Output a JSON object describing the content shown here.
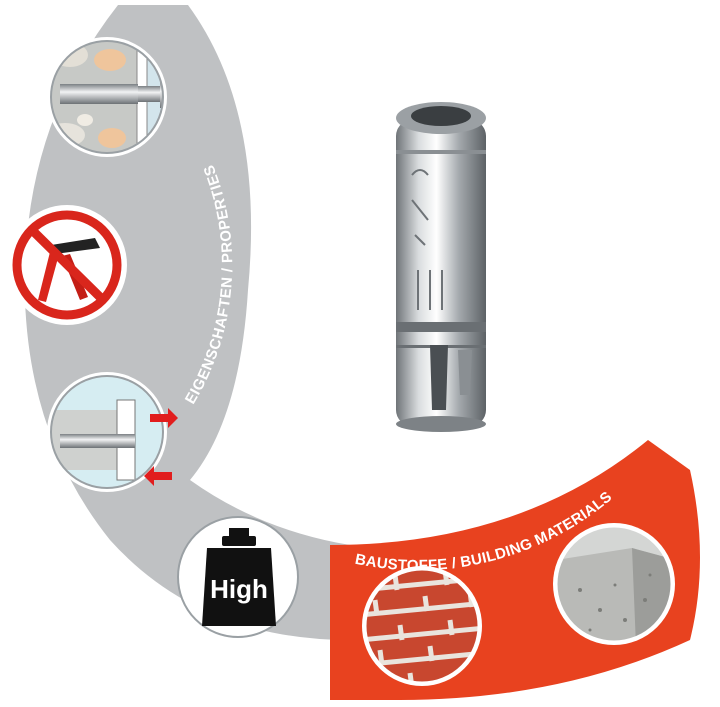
{
  "arc_labels": {
    "properties": "EIGENSCHAFTEN / PROPERTIES",
    "materials": "BAUSTOFFE / BUILDING MATERIALS"
  },
  "weight_badge": {
    "label": "High"
  },
  "colors": {
    "properties_arc": "#bfc1c3",
    "materials_arc": "#e8421f",
    "no_sign_red": "#d9261c",
    "arrow_red": "#e11d1d",
    "brick": "#c8472f",
    "concrete": "#a9a9a6"
  },
  "icons": [
    "anchor-in-masonry-icon",
    "no-setting-tool-icon",
    "edge-distance-icon",
    "high-load-weight-icon",
    "brick-wall-icon",
    "concrete-block-icon",
    "shield-anchor-icon"
  ]
}
